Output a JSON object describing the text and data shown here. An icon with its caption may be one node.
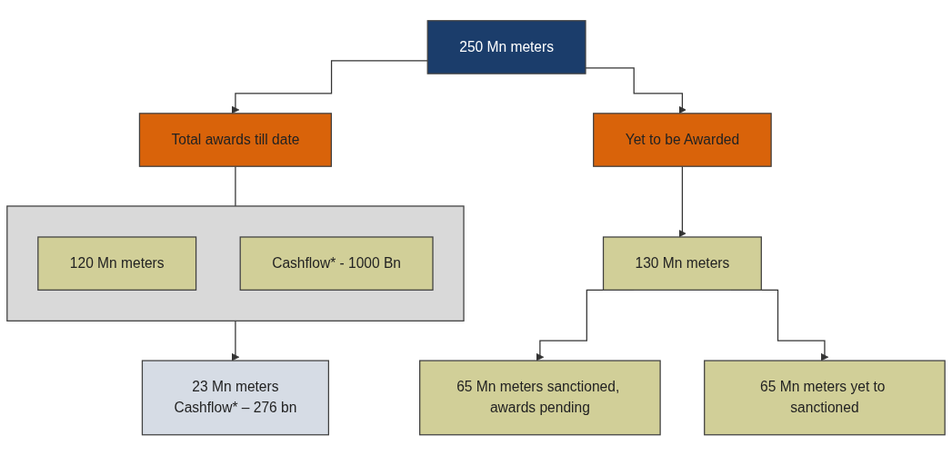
{
  "diagram": {
    "nodes": [
      {
        "text": [
          "250 Mn meters"
        ]
      },
      {
        "text": [
          "Total awards till date"
        ]
      },
      {
        "text": [
          "Yet to be Awarded"
        ]
      },
      {
        "text": [],
        "shape": "box"
      },
      {
        "text": [
          "120 Mn meters"
        ],
        "in": 3
      },
      {
        "text": [
          "Cashflow* - 1000 Bn"
        ],
        "in": 3
      },
      {
        "text": [
          "23 Mn meters",
          "Cashflow* – 276 bn"
        ]
      },
      {
        "text": [
          "130 Mn meters"
        ]
      },
      {
        "text": [
          "65 Mn meters sanctioned, awards pending"
        ]
      },
      {
        "text": [
          "65 Mn meters yet to sanctioned"
        ]
      }
    ],
    "edges": [
      {
        "from": 0,
        "to": 1,
        "arrow": "to"
      },
      {
        "from": 0,
        "to": 2,
        "arrow": "to"
      },
      {
        "from": 1,
        "to": 3,
        "arrow": "none"
      },
      {
        "from": 3,
        "to": 6,
        "arrow": "to"
      },
      {
        "from": 2,
        "to": 7,
        "arrow": "to"
      },
      {
        "from": 7,
        "to": 8,
        "arrow": "to"
      },
      {
        "from": 7,
        "to": 9,
        "arrow": "to"
      }
    ]
  }
}
